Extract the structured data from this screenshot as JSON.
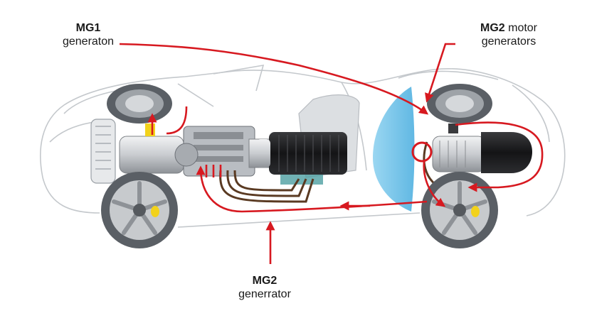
{
  "labels": {
    "mg1": {
      "bold": "MG1",
      "text": "generaton"
    },
    "mg2_motor": {
      "bold": "MG2",
      "text_inline": "motor",
      "text": "generators"
    },
    "mg2_generator": {
      "bold": "MG2",
      "text": "generrator"
    }
  },
  "colors": {
    "arrow": "#d71920",
    "outline": "#c9ccd0",
    "tire": "#555a60",
    "hub": "#9ea3a8",
    "motor_dark": "#1f1f21",
    "motor_silver": "#d8dadd",
    "windshield": "#6fc3ea",
    "cable_brown": "#5a3a22",
    "yellow": "#f2d21b",
    "seat": "#d9dbde"
  }
}
